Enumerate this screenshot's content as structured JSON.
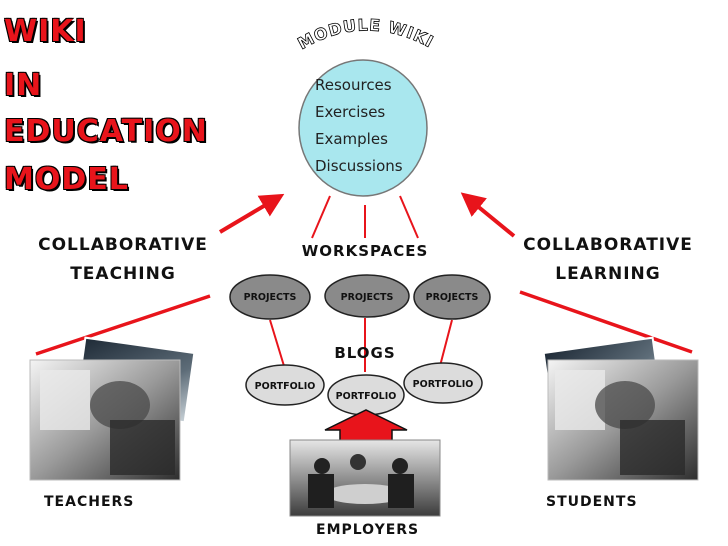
{
  "title_lines": [
    "WIKI",
    "IN",
    "EDUCATION",
    "MODEL"
  ],
  "module_wiki": {
    "arc_label": "MODULE WIKI",
    "items": [
      "Resources",
      "Exercises",
      "Examples",
      "Discussions"
    ],
    "fill_color": "#a9e7ee"
  },
  "collaborative_teaching": [
    "COLLABORATIVE",
    "TEACHING"
  ],
  "collaborative_learning": [
    "COLLABORATIVE",
    "LEARNING"
  ],
  "workspaces_label": "WORKSPACES",
  "projects": [
    "PROJECTS",
    "PROJECTS",
    "PROJECTS"
  ],
  "blogs_label": "BLOGS",
  "portfolios": [
    "PORTFOLIO",
    "PORTFOLIO",
    "PORTFOLIO"
  ],
  "teachers_label": "TEACHERS",
  "students_label": "STUDENTS",
  "employers_label": "EMPLOYERS",
  "colors": {
    "arrow": "#e8141b",
    "line": "#e8141b",
    "title": "#e8141b",
    "project_fill": "#8a8a8a",
    "portfolio_fill": "#dcdcdc"
  }
}
